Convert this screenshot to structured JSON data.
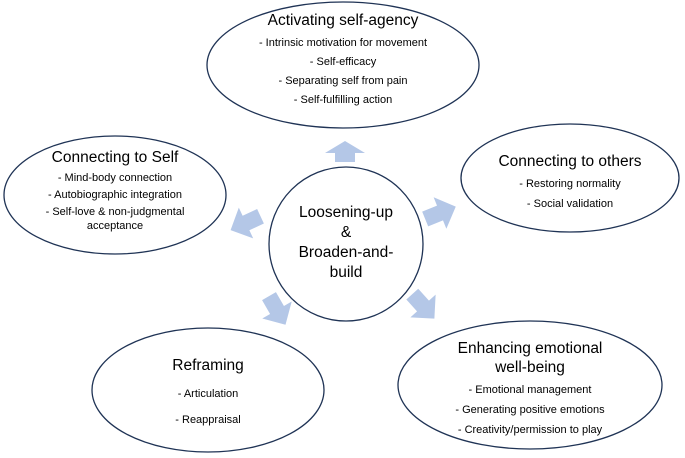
{
  "colors": {
    "ellipse_stroke": "#1f3355",
    "arrow_fill": "#b4c7e7",
    "background": "#ffffff"
  },
  "center": {
    "lines": [
      "Loosening-up",
      "&",
      "Broaden-and-",
      "build"
    ]
  },
  "nodes": {
    "top": {
      "title": "Activating self-agency",
      "items": [
        "- Intrinsic motivation for movement",
        "- Self-efficacy",
        "- Separating self from pain",
        "- Self-fulfilling action"
      ]
    },
    "left": {
      "title": "Connecting to Self",
      "items": [
        "- Mind-body connection",
        "- Autobiographic integration",
        "- Self-love & non-judgmental acceptance"
      ]
    },
    "right": {
      "title": "Connecting to others",
      "items": [
        "- Restoring normality",
        "- Social validation"
      ]
    },
    "bottom_left": {
      "title": "Reframing",
      "items": [
        "- Articulation",
        "- Reappraisal"
      ]
    },
    "bottom_right": {
      "title": "Enhancing emotional well-being",
      "items": [
        "- Emotional management",
        "- Generating positive emotions",
        "- Creativity/permission to play"
      ]
    }
  }
}
